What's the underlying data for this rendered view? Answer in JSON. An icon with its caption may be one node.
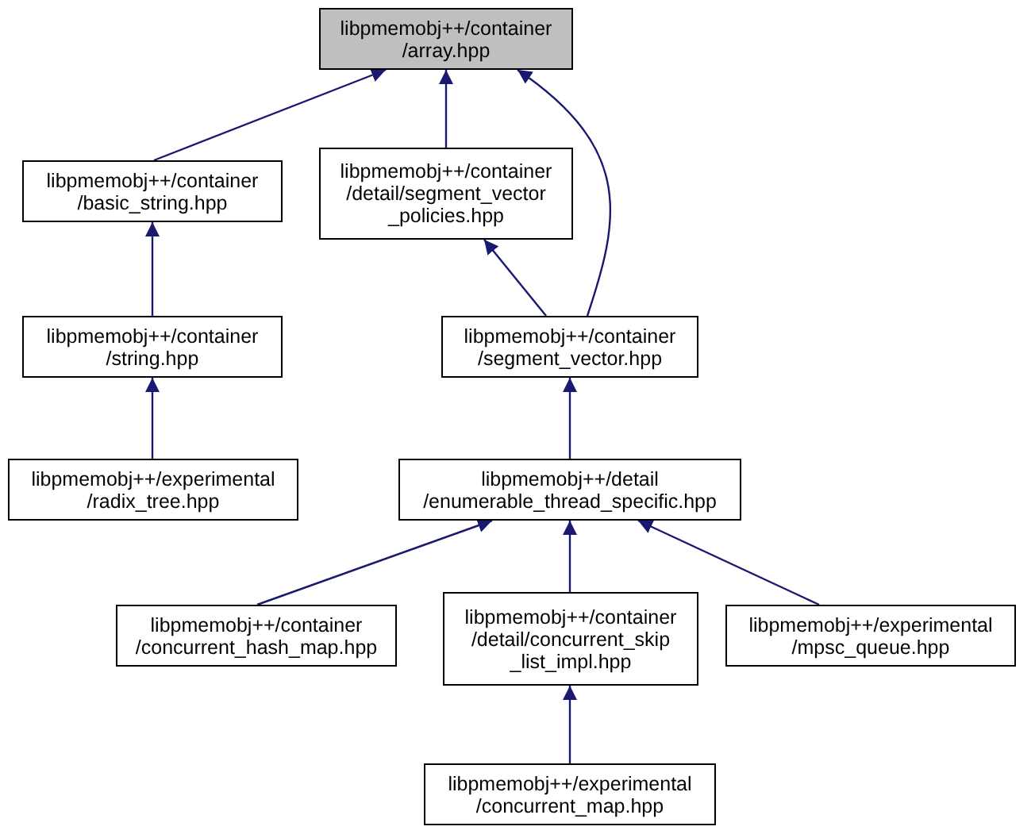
{
  "diagram": {
    "nodes": [
      {
        "text": [
          "libpmemobj++/container /array.hpp"
        ]
      },
      {
        "text": [
          "libpmemobj++/container /basic_string.hpp"
        ]
      },
      {
        "text": [
          "libpmemobj++/container /detail/segment_vector _policies.hpp"
        ]
      },
      {
        "text": [
          "libpmemobj++/container /string.hpp"
        ]
      },
      {
        "text": [
          "libpmemobj++/container /segment_vector.hpp"
        ]
      },
      {
        "text": [
          "libpmemobj++/experimental /radix_tree.hpp"
        ]
      },
      {
        "text": [
          "libpmemobj++/detail /enumerable_thread_specific.hpp"
        ]
      },
      {
        "text": [
          "libpmemobj++/container /concurrent_hash_map.hpp"
        ]
      },
      {
        "text": [
          "libpmemobj++/container /detail/concurrent_skip _list_impl.hpp"
        ]
      },
      {
        "text": [
          "libpmemobj++/experimental /mpsc_queue.hpp"
        ]
      },
      {
        "text": [
          "libpmemobj++/experimental /concurrent_map.hpp"
        ]
      }
    ],
    "edges": [
      {
        "from": 1,
        "to": 0,
        "arrow": "to"
      },
      {
        "from": 2,
        "to": 0,
        "arrow": "to"
      },
      {
        "from": 4,
        "to": 0,
        "arrow": "to"
      },
      {
        "from": 3,
        "to": 1,
        "arrow": "to"
      },
      {
        "from": 4,
        "to": 2,
        "arrow": "to"
      },
      {
        "from": 5,
        "to": 3,
        "arrow": "to"
      },
      {
        "from": 6,
        "to": 4,
        "arrow": "to"
      },
      {
        "from": 7,
        "to": 6,
        "arrow": "to"
      },
      {
        "from": 8,
        "to": 6,
        "arrow": "to"
      },
      {
        "from": 9,
        "to": 6,
        "arrow": "to"
      },
      {
        "from": 10,
        "to": 8,
        "arrow": "to"
      }
    ]
  }
}
